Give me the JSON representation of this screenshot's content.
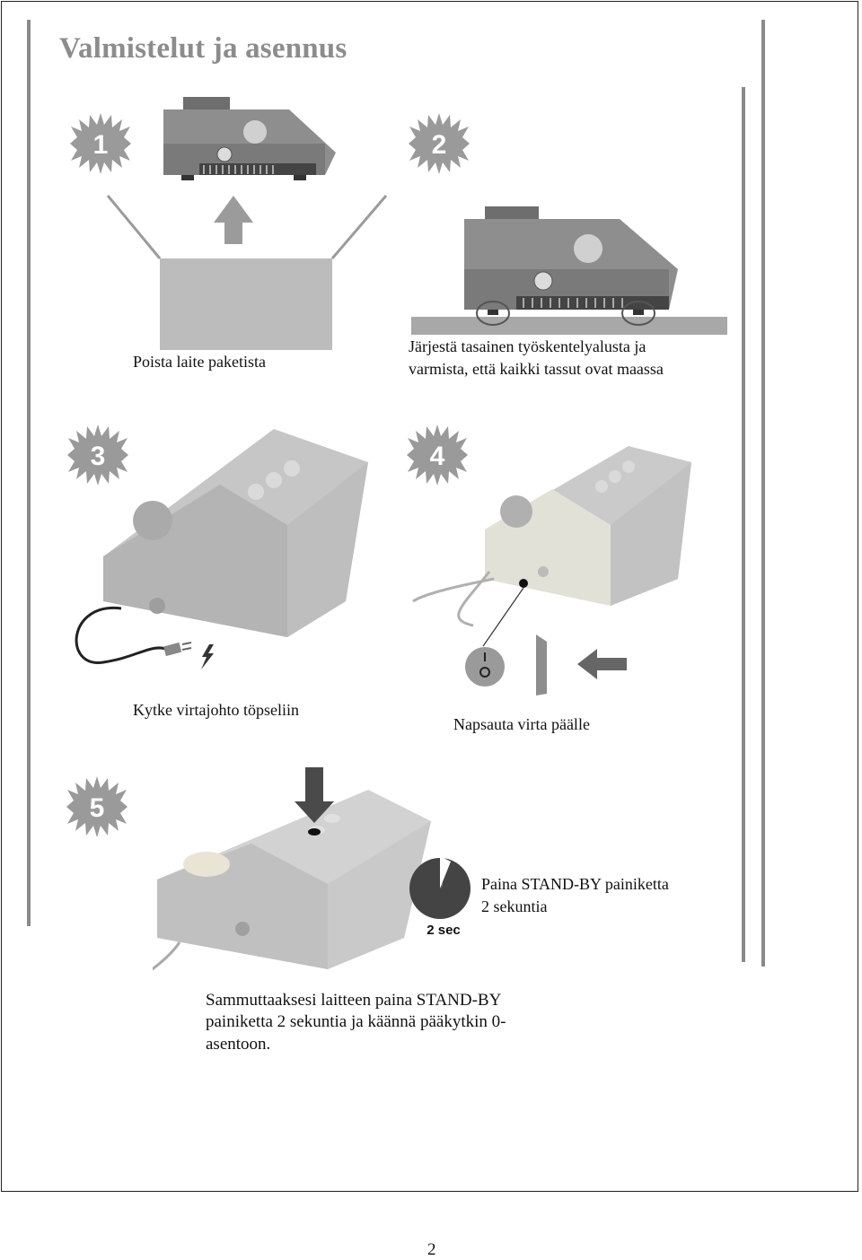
{
  "page": {
    "title": "Valmistelut ja asennus",
    "page_number": "2"
  },
  "steps": [
    {
      "badge": "1",
      "caption": "Poista laite paketista"
    },
    {
      "badge": "2",
      "caption_line1": "Järjestä tasainen työskentelyalusta ja",
      "caption_line2": "varmista, että kaikki tassut ovat maassa"
    },
    {
      "badge": "3",
      "caption": "Kytke virtajohto töpseliin"
    },
    {
      "badge": "4",
      "caption": "Napsauta virta päälle"
    },
    {
      "badge": "5",
      "caption_line1": "Paina STAND-BY painiketta",
      "caption_line2": "2 sekuntia",
      "timer_label": "2 sec"
    }
  ],
  "note": {
    "line1": "Sammuttaaksesi laitteen paina STAND-BY",
    "line2": "painiketta 2 sekuntia ja käännä pääkytkin 0-",
    "line3": "asentoon."
  },
  "colors": {
    "title": "#8c8c8c",
    "badge": "#9a9a9a",
    "device": "#bdbdbd"
  }
}
